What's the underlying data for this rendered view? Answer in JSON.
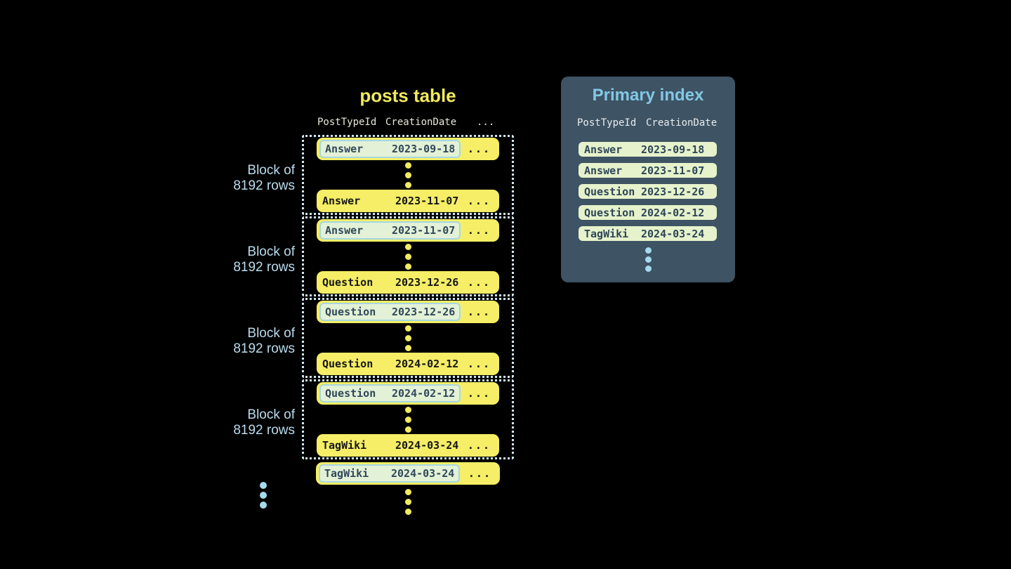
{
  "posts_table": {
    "title": "posts table",
    "columns": {
      "col1": "PostTypeId",
      "col2": "CreationDate"
    },
    "ellipsis": "...",
    "block_label": {
      "line1": "Block of",
      "line2": "8192 rows"
    },
    "blocks": [
      {
        "first": {
          "type": "Answer",
          "date": "2023-09-18"
        },
        "last": {
          "type": "Answer",
          "date": "2023-11-07"
        }
      },
      {
        "first": {
          "type": "Answer",
          "date": "2023-11-07"
        },
        "last": {
          "type": "Question",
          "date": "2023-12-26"
        }
      },
      {
        "first": {
          "type": "Question",
          "date": "2023-12-26"
        },
        "last": {
          "type": "Question",
          "date": "2024-02-12"
        }
      },
      {
        "first": {
          "type": "Question",
          "date": "2024-02-12"
        },
        "last": {
          "type": "TagWiki",
          "date": "2024-03-24"
        }
      }
    ],
    "overflow_row": {
      "type": "TagWiki",
      "date": "2024-03-24"
    }
  },
  "primary_index": {
    "title": "Primary index",
    "columns": {
      "col1": "PostTypeId",
      "col2": "CreationDate"
    },
    "rows": [
      {
        "type": "Answer",
        "date": "2023-09-18"
      },
      {
        "type": "Answer",
        "date": "2023-11-07"
      },
      {
        "type": "Question",
        "date": "2023-12-26"
      },
      {
        "type": "Question",
        "date": "2024-02-12"
      },
      {
        "type": "TagWiki",
        "date": "2024-03-24"
      }
    ]
  },
  "colors": {
    "background": "#000000",
    "accent_yellow": "#f0ea5c",
    "row_yellow": "#f5ee66",
    "row_text_dark": "#161616",
    "highlight_green": "#e3f1d6",
    "highlight_border": "#a5d7e2",
    "highlight_text": "#31485c",
    "block_border": "#cfe9f3",
    "label_blue": "#b9dced",
    "header_text": "#e9e7db",
    "panel_bg": "#3e5363",
    "panel_title": "#82c8e6",
    "panel_header_text": "#e9edf0",
    "index_row_bg": "#e6f2cb",
    "index_row_text": "#2e4558",
    "dot_blue": "#a5d9ee",
    "dot_yellow": "#f2ec62"
  }
}
